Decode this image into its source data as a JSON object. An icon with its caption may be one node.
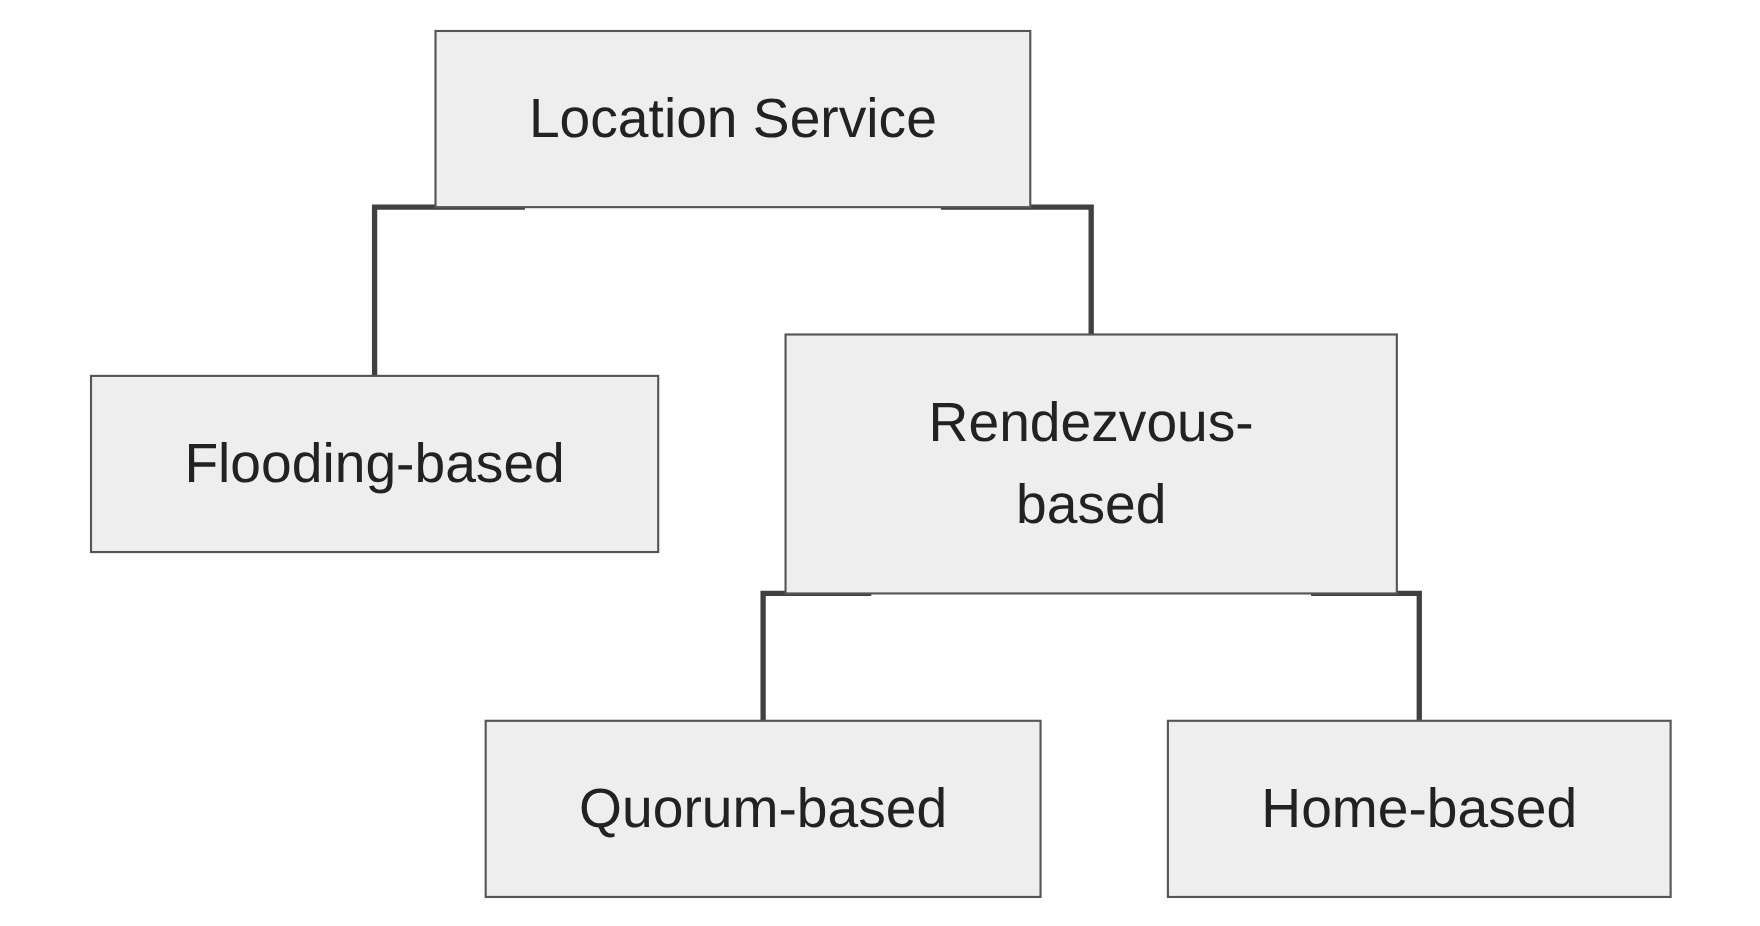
{
  "diagram": {
    "nodes": [
      {
        "text": [
          "Location Service"
        ]
      },
      {
        "text": [
          "Flooding-based"
        ]
      },
      {
        "text": [
          "Rendezvous-based"
        ]
      },
      {
        "text": [
          "Quorum-based"
        ]
      },
      {
        "text": [
          "Home-based"
        ]
      }
    ],
    "edges": [
      {
        "from": 0,
        "to": 1,
        "arrow": "none"
      },
      {
        "from": 0,
        "to": 2,
        "arrow": "none"
      },
      {
        "from": 2,
        "to": 3,
        "arrow": "none"
      },
      {
        "from": 2,
        "to": 4,
        "arrow": "none"
      }
    ]
  }
}
